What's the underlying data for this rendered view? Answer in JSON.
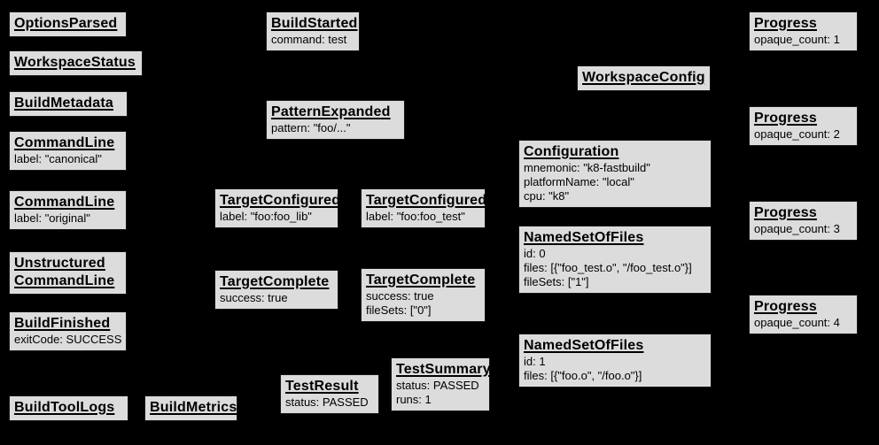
{
  "diagram": {
    "name": "build-event-protocol-events",
    "background_color": "#000000",
    "box_fill_color": "#dcdcdc",
    "box_border_color": "#161616",
    "text_color": "#000000"
  },
  "nodes": [
    {
      "title": "OptionsParsed",
      "lines": []
    },
    {
      "title": "WorkspaceStatus",
      "lines": []
    },
    {
      "title": "BuildMetadata",
      "lines": []
    },
    {
      "title": "CommandLine",
      "lines": [
        "label: \"canonical\""
      ]
    },
    {
      "title": "CommandLine",
      "lines": [
        "label: \"original\""
      ]
    },
    {
      "title": "Unstructured CommandLine",
      "lines": []
    },
    {
      "title": "BuildFinished",
      "lines": [
        "exitCode: SUCCESS"
      ]
    },
    {
      "title": "BuildToolLogs",
      "lines": []
    },
    {
      "title": "BuildMetrics",
      "lines": []
    },
    {
      "title": "BuildStarted",
      "lines": [
        "command: test"
      ]
    },
    {
      "title": "PatternExpanded",
      "lines": [
        "pattern: \"foo/...\""
      ]
    },
    {
      "title": "TargetConfigured",
      "lines": [
        "label: \"foo:foo_lib\""
      ]
    },
    {
      "title": "TargetConfigured",
      "lines": [
        "label: \"foo:foo_test\""
      ]
    },
    {
      "title": "TargetComplete",
      "lines": [
        "success: true"
      ]
    },
    {
      "title": "TargetComplete",
      "lines": [
        "success: true",
        "fileSets: [\"0\"]"
      ]
    },
    {
      "title": "TestResult",
      "lines": [
        "status: PASSED"
      ]
    },
    {
      "title": "TestSummary",
      "lines": [
        "status: PASSED",
        "runs: 1"
      ]
    },
    {
      "title": "WorkspaceConfig",
      "lines": []
    },
    {
      "title": "Configuration",
      "lines": [
        "mnemonic: \"k8-fastbuild\"",
        "platformName: \"local\"",
        "cpu: \"k8\""
      ]
    },
    {
      "title": "NamedSetOfFiles",
      "lines": [
        "id: 0",
        "files: [{\"foo_test.o\", \"/foo_test.o\"}]",
        "fileSets: [\"1\"]"
      ]
    },
    {
      "title": "NamedSetOfFiles",
      "lines": [
        "id: 1",
        "files: [{\"foo.o\", \"/foo.o\"}]"
      ]
    },
    {
      "title": "Progress",
      "lines": [
        "opaque_count: 1"
      ]
    },
    {
      "title": "Progress",
      "lines": [
        "opaque_count: 2"
      ]
    },
    {
      "title": "Progress",
      "lines": [
        "opaque_count: 3"
      ]
    },
    {
      "title": "Progress",
      "lines": [
        "opaque_count: 4"
      ]
    }
  ]
}
